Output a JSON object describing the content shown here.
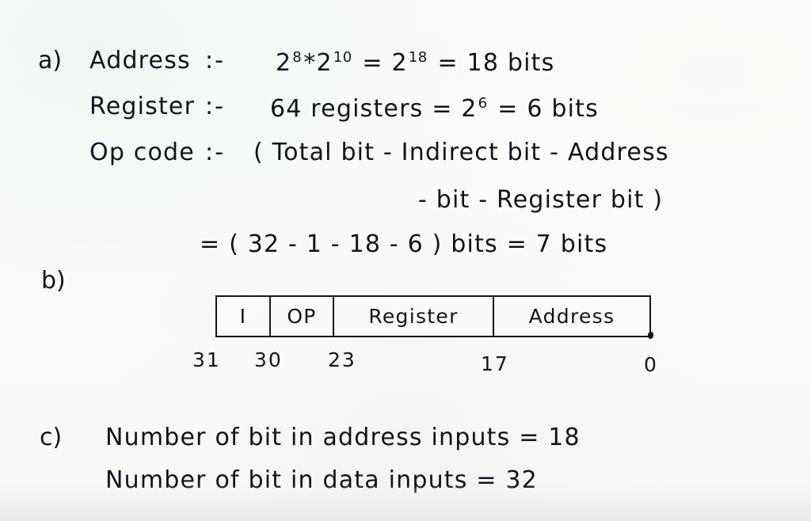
{
  "document": {
    "kind": "handwritten-solution",
    "ink_color": "#121419",
    "paper_color": "#fdfdfb"
  },
  "part_a": {
    "marker": "a)",
    "lines": [
      {
        "id": "address",
        "label": "Address",
        "separator": ":-",
        "expr_prefix": "2",
        "exp1": "8",
        "times": "*",
        "base2": "2",
        "exp2": "10",
        "eq1": "=",
        "base3": "2",
        "exp3": "18",
        "eq2": "=",
        "result": "18 bits"
      },
      {
        "id": "register",
        "label": "Register",
        "separator": ":-",
        "count": "64 registers",
        "eq1": "=",
        "base": "2",
        "exp": "6",
        "eq2": "=",
        "result": "6 bits"
      },
      {
        "id": "opcode",
        "label": "Op code",
        "separator": ":-",
        "text_line1": "( Total bit - Indirect bit - Address",
        "text_line2": "- bit - Register bit )",
        "text_line3": "= ( 32 - 1 - 18 - 6 ) bits  =  7 bits"
      }
    ]
  },
  "part_b": {
    "marker": "b)",
    "instruction_format": {
      "fields": [
        {
          "name": "I",
          "label": "I"
        },
        {
          "name": "OP",
          "label": "OP"
        },
        {
          "name": "Register",
          "label": "Register"
        },
        {
          "name": "Address",
          "label": "Address"
        }
      ],
      "bit_labels": [
        {
          "value": "31",
          "field": "I-left"
        },
        {
          "value": "30",
          "field": "OP-left"
        },
        {
          "value": "23",
          "field": "Register-left"
        },
        {
          "value": "17",
          "field": "Address-left"
        },
        {
          "value": "0",
          "field": "Address-right"
        }
      ]
    }
  },
  "part_c": {
    "marker": "c)",
    "lines": [
      {
        "id": "address-inputs",
        "text": "Number of bit in address inputs  = 18"
      },
      {
        "id": "data-inputs",
        "text": "Number of bit in data inputs  = 32"
      }
    ]
  }
}
